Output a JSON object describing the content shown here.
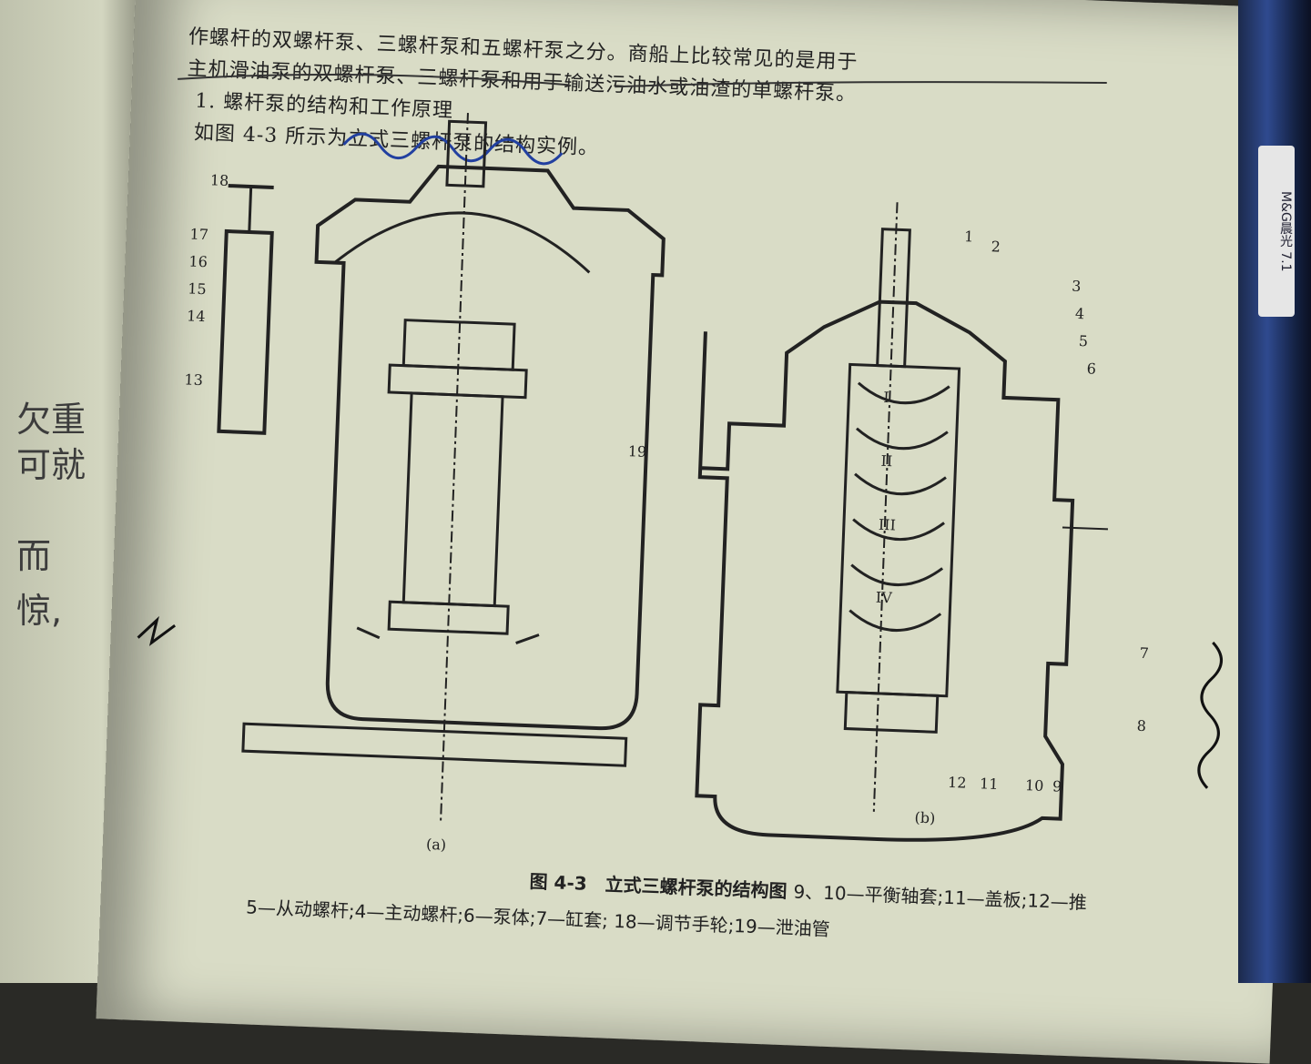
{
  "left_page": {
    "chars": [
      "欠重",
      "可就",
      "而",
      "惊,"
    ]
  },
  "pen": {
    "label": "M&G晨光 7.1"
  },
  "text": {
    "line1": "作螺杆的双螺杆泵、三螺杆泵和五螺杆泵之分。商船上比较常见的是用于",
    "line2": "主机滑油泵的双螺杆泵、三螺杆泵和用于输送污油水或油渣的单螺杆泵。",
    "line3": "1. 螺杆泵的结构和工作原理",
    "line4": "如图 4-3 所示为立式三螺杆泵的结构实例。"
  },
  "figure": {
    "label_a": "(a)",
    "label_b": "(b)",
    "numbers_a": [
      "18",
      "17",
      "16",
      "15",
      "14",
      "13",
      "19"
    ],
    "numbers_b": [
      "1",
      "2",
      "3",
      "4",
      "5",
      "6",
      "7",
      "8",
      "9",
      "10",
      "11",
      "12"
    ],
    "roman": [
      "I",
      "II",
      "III",
      "IV"
    ]
  },
  "caption": {
    "title": "图 4-3　立式三螺杆泵的结构图",
    "legend1": "9、10—平衡轴套;11—盖板;12—推",
    "legend2": "5—从动螺杆;4—主动螺杆;6—泵体;7—缸套;",
    "legend3": "18—调节手轮;19—泄油管"
  },
  "colors": {
    "paper": "#d9dcc6",
    "ink": "#222222",
    "pen_blue": "#2240a0",
    "pencil": "#333333"
  }
}
